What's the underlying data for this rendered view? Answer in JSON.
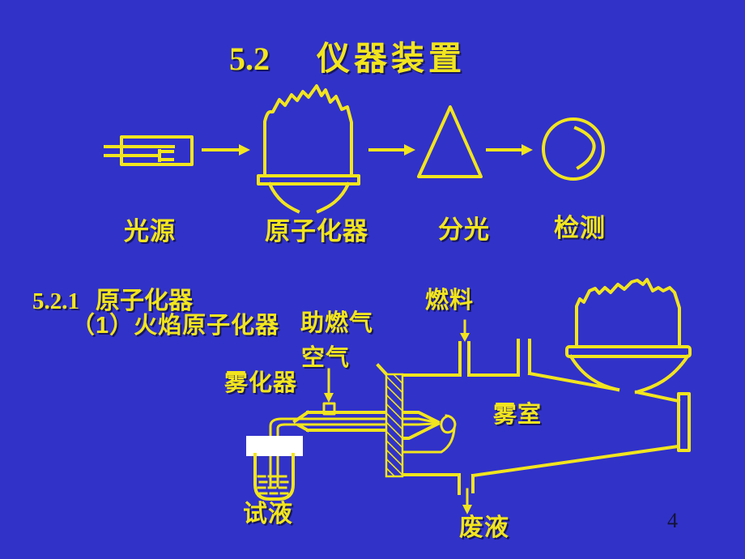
{
  "slide": {
    "colors": {
      "background": "#3132C8",
      "line_yellow": "#F2E51E",
      "cover_white": "#FFFFFF",
      "page_number_color": "#131335"
    },
    "title": {
      "number": "5.2",
      "text": "仪器装置"
    },
    "flow": {
      "icons": {
        "light_source": "hollow-cathode-lamp-icon",
        "atomizer": "flame-icon",
        "dispersion": "prism-icon",
        "detection": "meter-dial-icon",
        "connector": "right-arrow-icon"
      },
      "labels": {
        "light_source": "光源",
        "atomizer": "原子化器",
        "dispersion": "分光",
        "detection": "检测"
      }
    },
    "section": {
      "number": "5.2.1",
      "heading": "原子化器",
      "subheading": "（1）火焰原子化器"
    },
    "apparatus": {
      "labels": {
        "oxidant_gas": "助燃气",
        "air": "空气",
        "nebulizer": "雾化器",
        "fuel": "燃料",
        "spray_chamber": "雾室",
        "test_solution": "试液",
        "waste_liquid": "废液"
      }
    },
    "page_number": "4"
  }
}
